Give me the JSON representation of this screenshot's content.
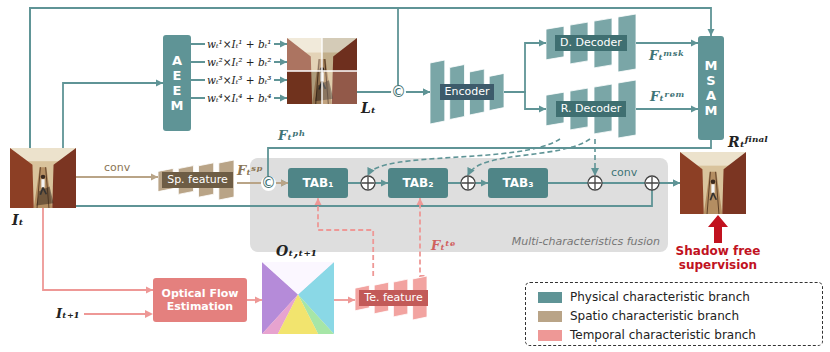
{
  "diagram": {
    "nodes": [
      {
        "text": [
          "Iₜ"
        ]
      },
      {
        "text": [
          "AEEM"
        ]
      },
      {
        "text": [
          "Lₜ"
        ]
      },
      {
        "text": [
          "Encoder"
        ]
      },
      {
        "text": [
          "D. Decoder"
        ]
      },
      {
        "text": [
          "R. Decoder"
        ]
      },
      {
        "text": [
          "MSAM"
        ]
      },
      {
        "text": [
          "Sp. feature"
        ]
      },
      {
        "text": [
          "Multi-characteristics fusion"
        ]
      },
      {
        "text": [
          "TAB₁"
        ],
        "in": 8
      },
      {
        "text": [
          "TAB₂"
        ],
        "in": 8
      },
      {
        "text": [
          "TAB₃"
        ],
        "in": 8
      },
      {
        "text": [
          "Rₜᶠⁱⁿᵃˡ"
        ]
      },
      {
        "text": [
          "Optical Flow Estimation"
        ]
      },
      {
        "text": [
          "Oₜ,ₜ₊₁"
        ]
      },
      {
        "text": [
          "Te. feature"
        ]
      }
    ],
    "edges": [
      {
        "from": 0,
        "to": 1,
        "arrow": "to"
      },
      {
        "from": 1,
        "to": 2,
        "arrow": "to",
        "label": "wₜ¹×Iₜ¹ + bₜ¹"
      },
      {
        "from": 1,
        "to": 2,
        "arrow": "to",
        "label": "wₜ²×Iₜ² + bₜ²"
      },
      {
        "from": 1,
        "to": 2,
        "arrow": "to",
        "label": "wₜ³×Iₜ³ + bₜ³"
      },
      {
        "from": 1,
        "to": 2,
        "arrow": "to",
        "label": "wₜ⁴×Iₜ⁴ + bₜ⁴"
      },
      {
        "from": 2,
        "to": 3,
        "arrow": "to"
      },
      {
        "from": 0,
        "to": 3,
        "arrow": "to"
      },
      {
        "from": 0,
        "to": 6,
        "arrow": "to"
      },
      {
        "from": 3,
        "to": 4,
        "arrow": "to"
      },
      {
        "from": 3,
        "to": 5,
        "arrow": "to"
      },
      {
        "from": 4,
        "to": 6,
        "arrow": "to",
        "label": "Fₜᵐˢᵏ"
      },
      {
        "from": 5,
        "to": 6,
        "arrow": "to",
        "label": "Fₜʳᵉᵐ"
      },
      {
        "from": 6,
        "to": 9,
        "arrow": "to",
        "label": "Fₜᵖʰ"
      },
      {
        "from": 7,
        "to": 9,
        "arrow": "to",
        "label": "Fₜˢᵖ"
      },
      {
        "from": 0,
        "to": 7,
        "arrow": "to",
        "label": "conv"
      },
      {
        "from": 9,
        "to": 10,
        "arrow": "to"
      },
      {
        "from": 10,
        "to": 11,
        "arrow": "to"
      },
      {
        "from": 11,
        "to": 12,
        "arrow": "to",
        "label": "conv"
      },
      {
        "from": 0,
        "to": 12,
        "arrow": "to"
      },
      {
        "from": 0,
        "to": 13,
        "arrow": "to"
      },
      {
        "from": 13,
        "to": 14,
        "arrow": "to"
      },
      {
        "from": 14,
        "to": 15,
        "arrow": "to"
      },
      {
        "from": 15,
        "to": 9,
        "arrow": "to"
      },
      {
        "from": 15,
        "to": 10,
        "arrow": "to",
        "label": "Fₜᵗᵉ"
      }
    ],
    "labels": [
      "Iₜ₊₁",
      "©",
      "©",
      "Shadow free supervision"
    ],
    "legend": [
      {
        "text": "Physical characteristic branch",
        "color": "#5f9496"
      },
      {
        "text": "Spatio characteristic branch",
        "color": "#b9a487"
      },
      {
        "text": "Temporal characteristic branch",
        "color": "#ee9896"
      }
    ]
  }
}
